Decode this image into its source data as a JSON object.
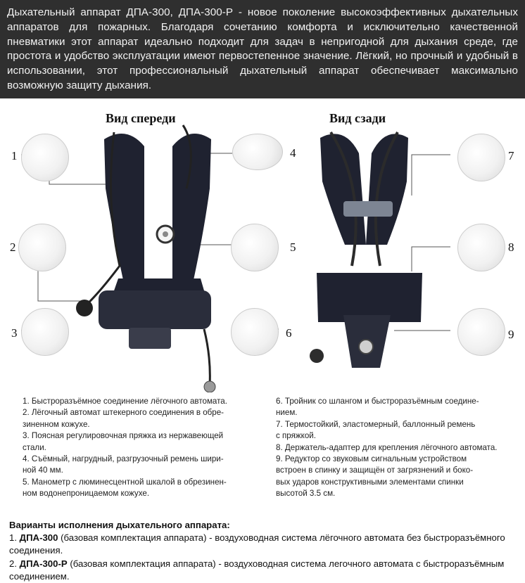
{
  "intro": {
    "text": "Дыхательный аппарат ДПА-300, ДПА-300-Р - новое поколение высокоэффективных дыхательных аппаратов для пожарных. Благодаря сочетанию комфорта и исключительно качественной пневматики этот аппарат идеально подходит для задач в непригодной для дыхания среде, где простота и удобство эксплуатации имеют первостепенное значение. Лёгкий, но прочный и удобный в использовании, этот профессиональный дыхательный аппарат обеспечивает максимально возможную защиту дыхания."
  },
  "figure": {
    "front_title": "Вид спереди",
    "back_title": "Вид сзади",
    "callouts": [
      "1",
      "2",
      "3",
      "4",
      "5",
      "6",
      "7",
      "8",
      "9"
    ]
  },
  "components_left": [
    "1. Быстроразъёмное соединение лёгочного автомата.",
    "2. Лёгочный автомат штекерного соединения в обре-",
    "зиненном кожухе.",
    "3. Поясная регулировочная пряжка из нержавеющей",
    "стали.",
    "4. Съёмный, нагрудный, разгрузочный ремень шири-",
    "ной 40 мм.",
    "5. Манометр с люминесцентной шкалой в обрезинен-",
    "ном водонепроницаемом кожухе."
  ],
  "components_right": [
    "6. Тройник со шлангом и быстроразъёмным соедине-",
    "нием.",
    "7. Термостойкий, эластомерный, баллонный ремень",
    "с пряжкой.",
    "8. Держатель-адаптер для крепления лёгочного автомата.",
    "9. Редуктор со звуковым сигнальным устройством",
    "встроен в спинку и защищён от загрязнений и боко-",
    "вых ударов конструктивными элементами спинки",
    "высотой 3.5 см."
  ],
  "variants": {
    "heading": "Варианты исполнения дыхательного аппарата:",
    "items": [
      {
        "prefix": "1. ",
        "model": "ДПА-300",
        "text": " (базовая комплектация аппарата) - воздуховодная система лёгочного автомата без быстроразъёмного соединения."
      },
      {
        "prefix": "2. ",
        "model": "ДПА-300-Р",
        "text": " (базовая комплектация аппарата) - воздуховодная система легочного автомата с быстроразъёмным соединением."
      }
    ]
  }
}
